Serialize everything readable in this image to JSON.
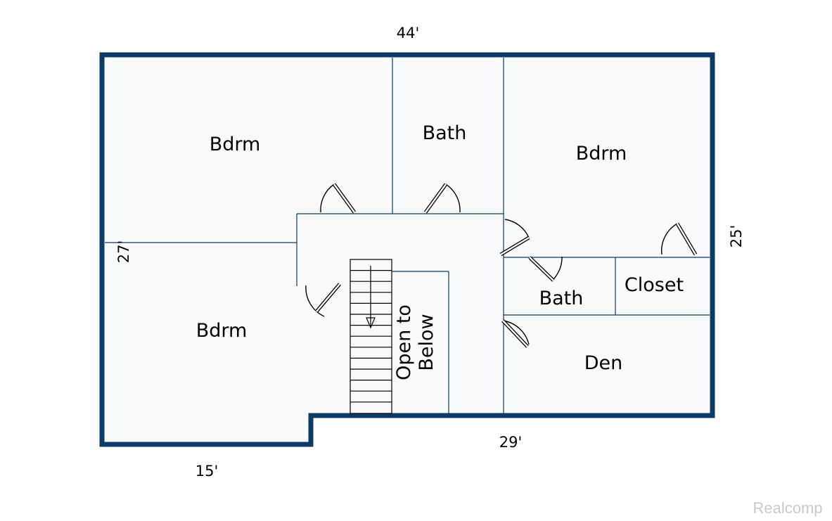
{
  "rooms": {
    "bdrm_top_left": "Bdrm",
    "bath_top": "Bath",
    "bdrm_top_right": "Bdrm",
    "bdrm_bottom_left": "Bdrm",
    "bath_small": "Bath",
    "closet": "Closet",
    "den": "Den",
    "open_line1": "Open to",
    "open_line2": "Below"
  },
  "dimensions": {
    "top": "44'",
    "left": "27'",
    "right": "25'",
    "bottom_right": "29'",
    "bottom_left": "15'"
  },
  "watermark": "Realcomp",
  "colors": {
    "exterior_wall": "#0d3b66",
    "floor": "#f7f9fb"
  }
}
